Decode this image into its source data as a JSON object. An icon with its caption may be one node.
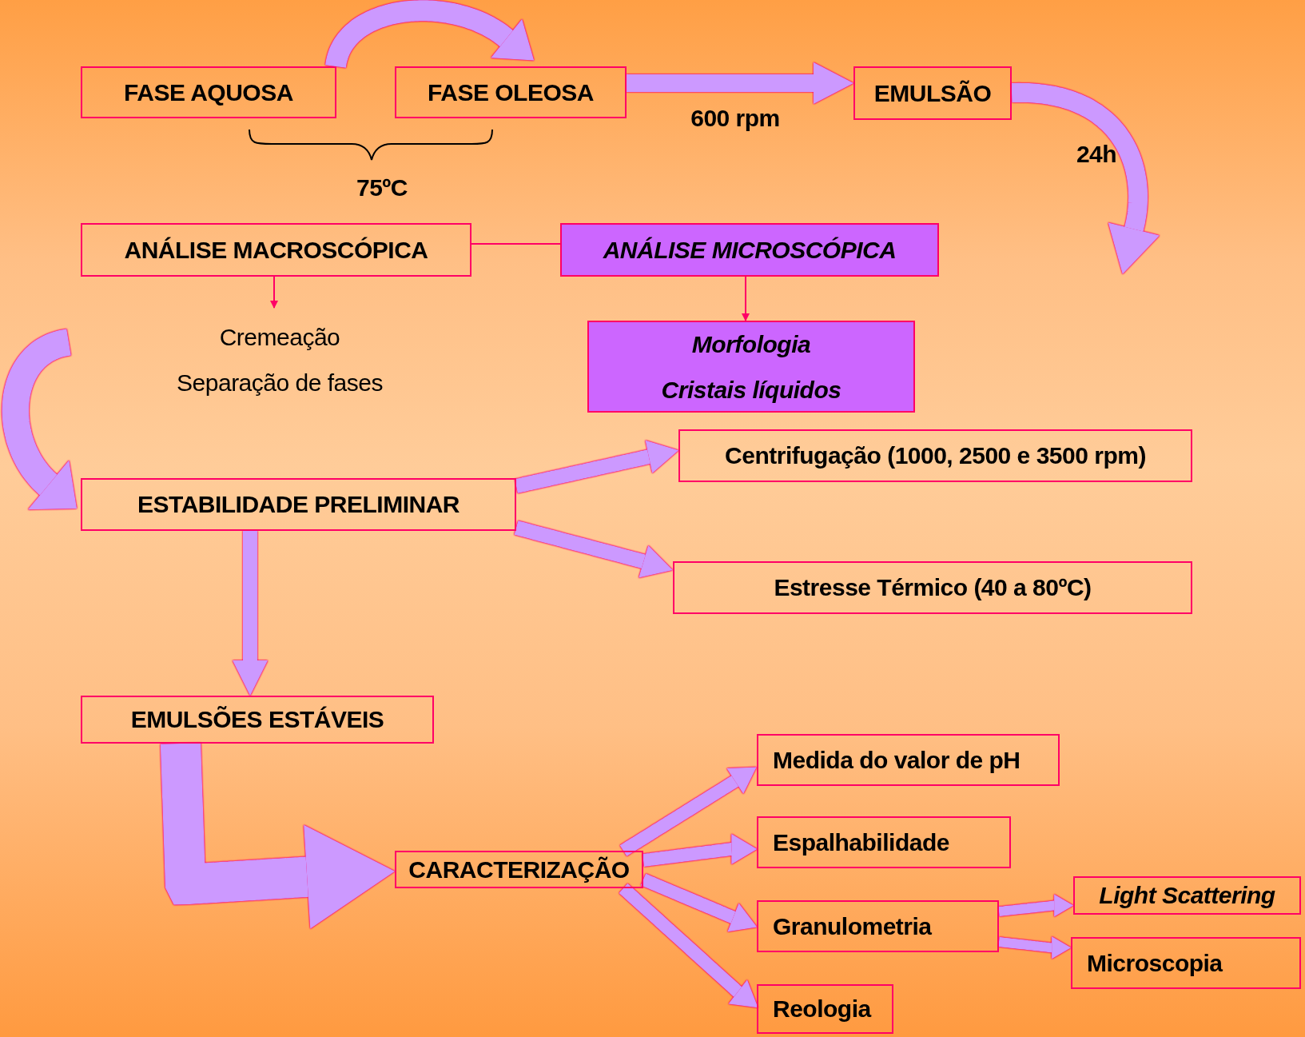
{
  "diagram": {
    "nodes": [
      {
        "text": [
          "FASE AQUOSA"
        ]
      },
      {
        "text": [
          "FASE OLEOSA"
        ]
      },
      {
        "text": [
          "EMULSÃO"
        ]
      },
      {
        "text": [
          "ANÁLISE MACROSCÓPICA"
        ]
      },
      {
        "text": [
          "ANÁLISE MICROSCÓPICA"
        ]
      },
      {
        "text": [
          "Cremeação",
          "Separação de fases"
        ]
      },
      {
        "text": [
          "Morfologia",
          "Cristais líquidos"
        ]
      },
      {
        "text": [
          "ESTABILIDADE PRELIMINAR"
        ]
      },
      {
        "text": [
          "Centrifugação (1000, 2500 e 3500 rpm)"
        ]
      },
      {
        "text": [
          "Estresse Térmico (40 a 80ºC)"
        ]
      },
      {
        "text": [
          "EMULSÕES ESTÁVEIS"
        ]
      },
      {
        "text": [
          "CARACTERIZAÇÃO"
        ]
      },
      {
        "text": [
          "Medida do valor de pH"
        ]
      },
      {
        "text": [
          "Espalhabilidade"
        ]
      },
      {
        "text": [
          "Granulometria"
        ]
      },
      {
        "text": [
          "Reologia"
        ]
      },
      {
        "text": [
          "Light Scattering"
        ]
      },
      {
        "text": [
          "Microscopia"
        ]
      }
    ],
    "edges": [
      {
        "from": 0,
        "to": 1,
        "arrow": "to"
      },
      {
        "from": 1,
        "to": 2,
        "arrow": "to",
        "label": "600 rpm"
      },
      {
        "from": 2,
        "to": null,
        "arrow": "to",
        "label": "24h"
      },
      {
        "from": 3,
        "to": 4,
        "arrow": "none",
        "color": "#ff0066"
      },
      {
        "from": 3,
        "to": 5,
        "arrow": "to",
        "color": "#ff0066"
      },
      {
        "from": 4,
        "to": 6,
        "arrow": "to",
        "color": "#ff0066"
      },
      {
        "from": null,
        "to": 7,
        "arrow": "to",
        "style": "thick"
      },
      {
        "from": 7,
        "to": 8,
        "arrow": "to"
      },
      {
        "from": 7,
        "to": 9,
        "arrow": "to"
      },
      {
        "from": 7,
        "to": 10,
        "arrow": "to"
      },
      {
        "from": 10,
        "to": 11,
        "arrow": "to",
        "style": "thick"
      },
      {
        "from": 11,
        "to": 12,
        "arrow": "to"
      },
      {
        "from": 11,
        "to": 13,
        "arrow": "to"
      },
      {
        "from": 11,
        "to": 14,
        "arrow": "to"
      },
      {
        "from": 11,
        "to": 15,
        "arrow": "to"
      },
      {
        "from": 14,
        "to": 16,
        "arrow": "to"
      },
      {
        "from": 14,
        "to": 17,
        "arrow": "to"
      }
    ],
    "labels": [
      "75ºC"
    ]
  }
}
